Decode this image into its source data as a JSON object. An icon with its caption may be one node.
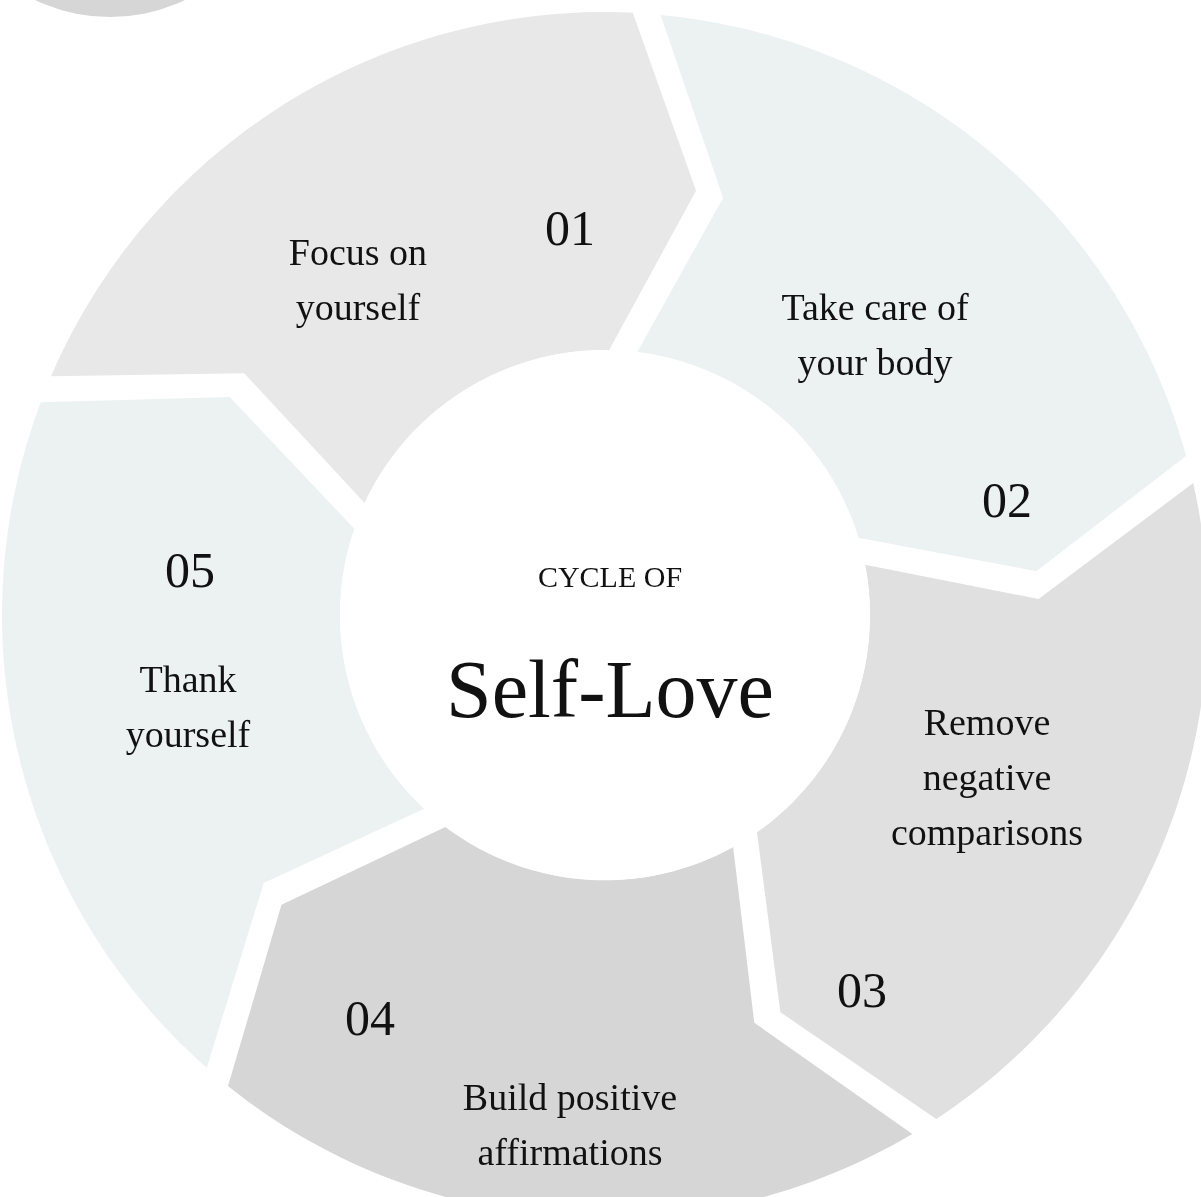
{
  "diagram": {
    "nodes": [
      {
        "text": [
          "01",
          "Focus on yourself"
        ]
      },
      {
        "text": [
          "Take care of your body",
          "02"
        ]
      },
      {
        "text": [
          "Remove negative comparisons",
          "03"
        ]
      },
      {
        "text": [
          "04",
          "Build positive affirmations"
        ]
      },
      {
        "text": [
          "05",
          "Thank yourself"
        ]
      },
      {
        "text": [
          "CYCLE OF",
          "Self-Love"
        ]
      }
    ]
  }
}
